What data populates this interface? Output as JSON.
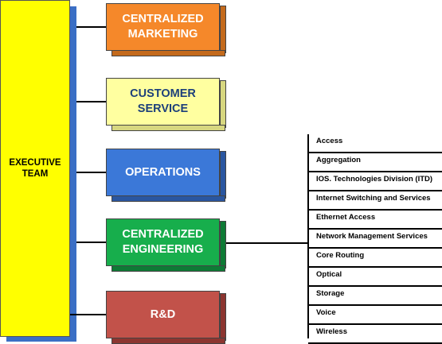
{
  "executive": {
    "label": "EXECUTIVE\nTEAM"
  },
  "departments": [
    {
      "label": "CENTRALIZED\nMARKETING",
      "color": "#f5882a",
      "text_color": "#ffffff"
    },
    {
      "label": "CUSTOMER\nSERVICE",
      "color": "#ffffa0",
      "text_color": "#1c3f7a"
    },
    {
      "label": "OPERATIONS",
      "color": "#3b78d8",
      "text_color": "#ffffff"
    },
    {
      "label": "CENTRALIZED\nENGINEERING",
      "color": "#17ae4c",
      "text_color": "#ffffff"
    },
    {
      "label": "R&D",
      "color": "#c2524a",
      "text_color": "#ffffff"
    }
  ],
  "engineering_groups": [
    "Access",
    "Aggregation",
    "IOS. Technologies Division (ITD)",
    "Internet Switching and Services",
    "Ethernet Access",
    "Network Management Services",
    "Core Routing",
    "Optical",
    "Storage",
    "Voice",
    "Wireless"
  ]
}
